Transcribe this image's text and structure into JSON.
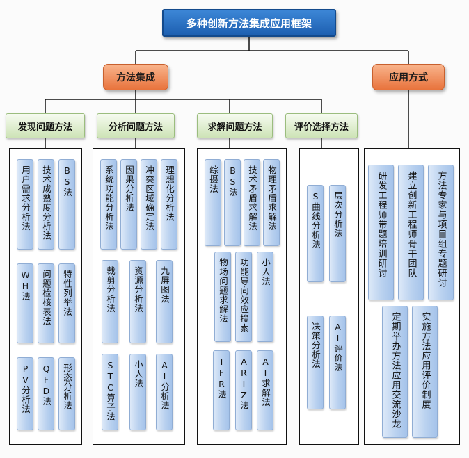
{
  "title": "多种创新方法集成应用框架",
  "categories": {
    "method_integration": "方法集成",
    "application_mode": "应用方式"
  },
  "subcategories": {
    "discover": "发现问题方法",
    "analyze": "分析问题方法",
    "solve": "求解问题方法",
    "evaluate": "评价选择方法"
  },
  "discover_methods": [
    "用户需求分析法",
    "技术成熟度分析法",
    "BS法",
    "WH法",
    "问题检核表法",
    "特性列举法",
    "PV分析法",
    "QFD法",
    "形态分析法"
  ],
  "analyze_methods": [
    "系统功能分析法",
    "因果分析法",
    "冲突区域确定法",
    "理想化分析法",
    "裁剪分析法",
    "资源分析法",
    "九屏图法",
    "STC算子法",
    "小人法",
    "AI分析法"
  ],
  "solve_methods": [
    "综摄法",
    "BS法",
    "技术矛盾求解法",
    "物理矛盾求解法",
    "物场问题求解法",
    "功能导向效应搜索",
    "小人法",
    "IFR法",
    "ARIZ法",
    "AI求解法"
  ],
  "evaluate_methods": [
    "S曲线分析法",
    "层次分析法",
    "决策分析法",
    "AI评价法"
  ],
  "application_methods": [
    "研发工程师带题培训研讨",
    "建立创新工程师骨干团队",
    "方法专家与项目组专题研讨",
    "定期举办方法应用交流沙龙",
    "实施方法应用评价制度"
  ]
}
